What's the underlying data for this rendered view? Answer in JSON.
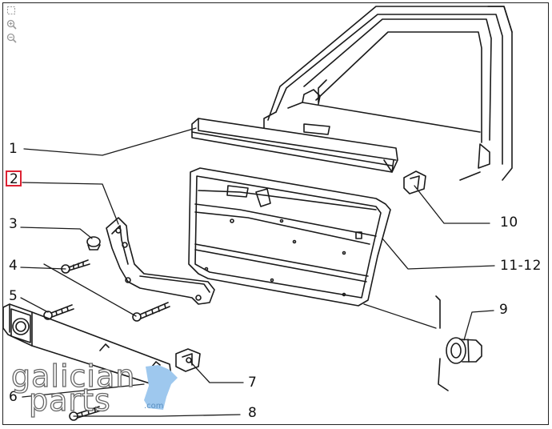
{
  "controls": {
    "fit_icon": "fit-screen-icon",
    "zoom_in_icon": "zoom-in-icon",
    "zoom_out_icon": "zoom-out-icon"
  },
  "callouts": [
    {
      "id": "c1",
      "text": "1"
    },
    {
      "id": "c2",
      "text": "2"
    },
    {
      "id": "c3",
      "text": "3"
    },
    {
      "id": "c4",
      "text": "4"
    },
    {
      "id": "c5",
      "text": "5"
    },
    {
      "id": "c6",
      "text": "6"
    },
    {
      "id": "c7",
      "text": "7"
    },
    {
      "id": "c8",
      "text": "8"
    },
    {
      "id": "c9",
      "text": "9"
    },
    {
      "id": "c10",
      "text": "10"
    },
    {
      "id": "c11",
      "text": "11-12"
    }
  ],
  "highlighted_callout": "2",
  "watermark": {
    "line1": "galician",
    "line2": "parts",
    "suffix": ".com"
  },
  "colors": {
    "ink": "#1a1a1a",
    "highlight": "#d22233",
    "watermark_blue": "#9ec8ee"
  }
}
